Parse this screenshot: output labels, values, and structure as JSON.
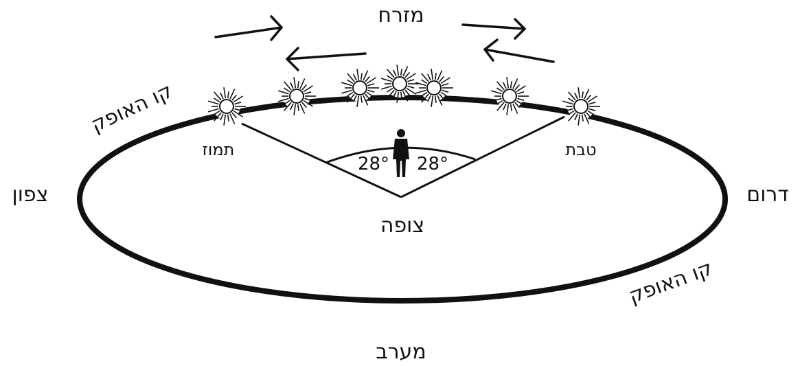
{
  "directions": {
    "east": "מזרח",
    "west": "מערב",
    "north": "צפון",
    "south": "דרום"
  },
  "labels": {
    "observer": "צופה",
    "horizon_left": "קו האופק",
    "horizon_right": "קו האופק",
    "month_left": "תמוז",
    "month_right": "טבת",
    "angle_left": "28°",
    "angle_right": "28°"
  },
  "icons": {
    "sun": "sun-icon",
    "person": "person-icon",
    "arrow": "arrow-icon"
  },
  "colors": {
    "ink": "#111111",
    "background": "#ffffff"
  }
}
